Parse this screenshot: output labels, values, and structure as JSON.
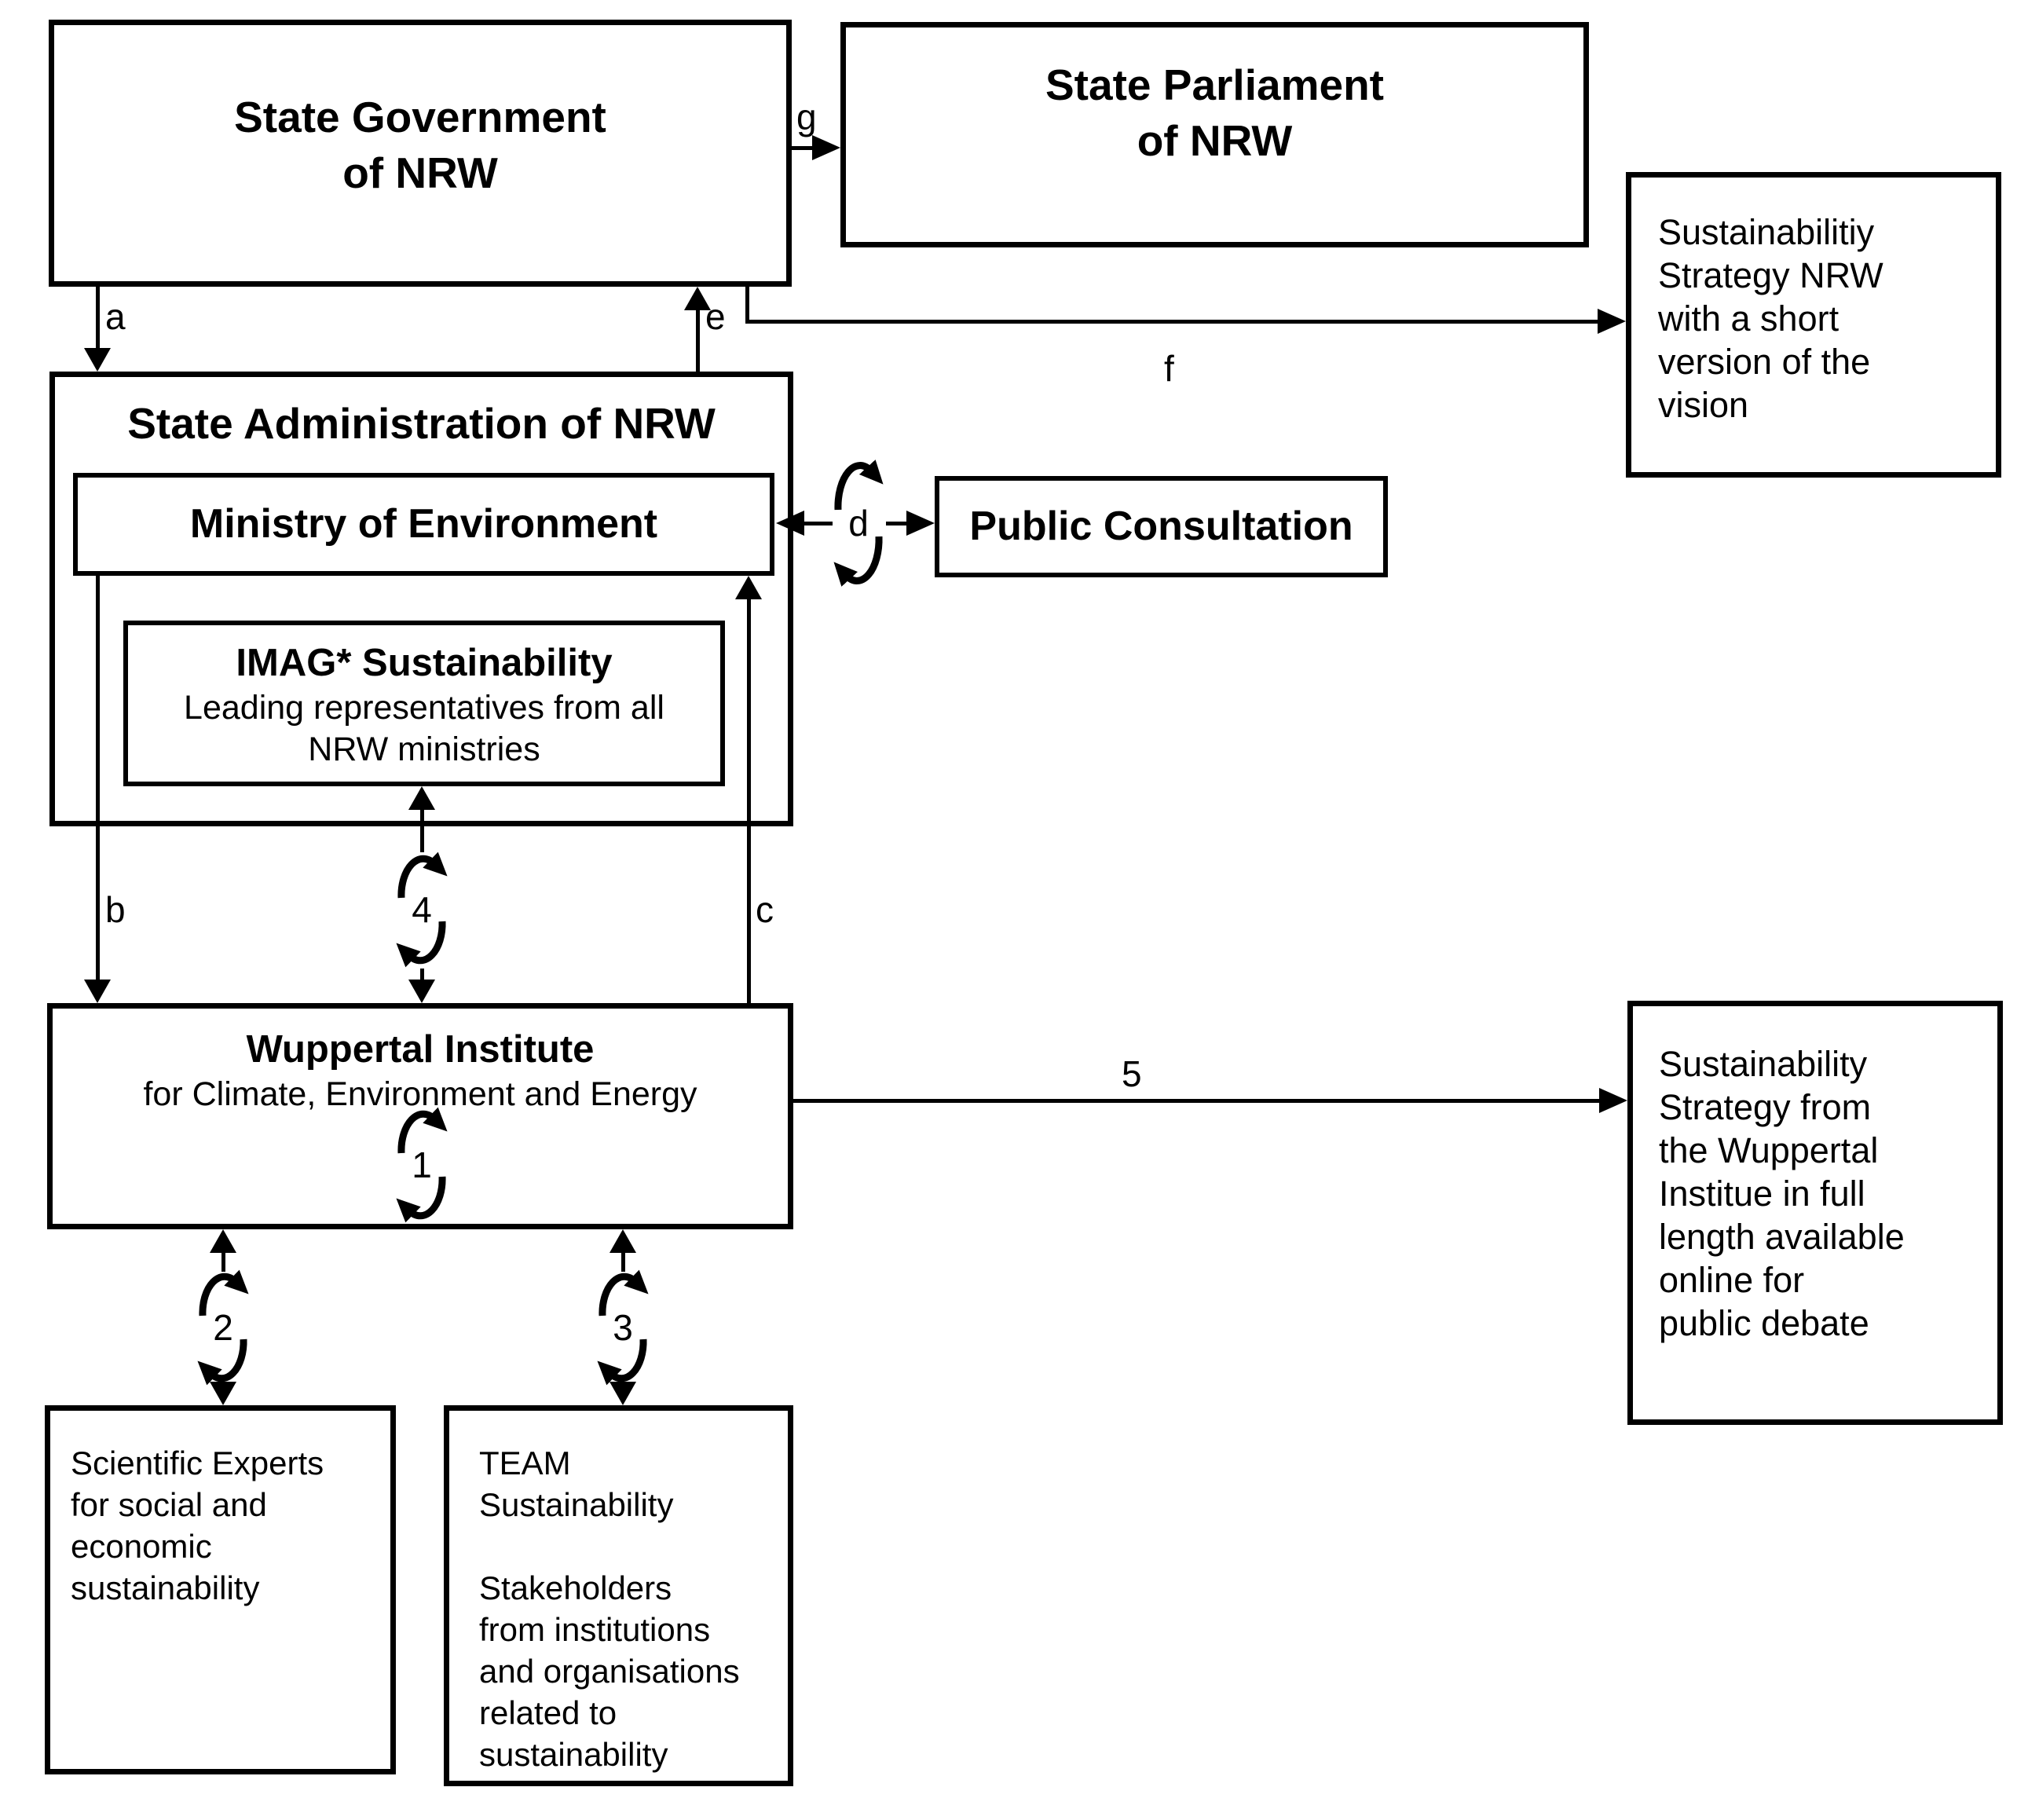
{
  "boxes": {
    "state_government": {
      "text": "State Government\nof NRW"
    },
    "state_parliament": {
      "text": "State Parliament\nof NRW"
    },
    "strategy_short": {
      "text": "Sustainabilitiy\nStrategy NRW\nwith a short\nversion of the\nvision"
    },
    "state_administration": {
      "title": "State Administration of NRW"
    },
    "ministry": {
      "text": "Ministry of Environment"
    },
    "imag": {
      "title": "IMAG* Sustainability",
      "subtitle": "Leading representatives from all\nNRW ministries"
    },
    "public_consultation": {
      "text": "Public Consultation"
    },
    "wuppertal": {
      "title": "Wuppertal Institute",
      "subtitle": "for Climate, Environment and Energy"
    },
    "strategy_full": {
      "text": "Sustainability\nStrategy from\nthe Wuppertal\nInstitue in full\nlength available\nonline for\npublic debate"
    },
    "experts": {
      "text": "Scientific Experts\nfor social and\neconomic\nsustainability"
    },
    "team": {
      "text": "TEAM\nSustainability\n\nStakeholders\nfrom institutions\nand organisations\nrelated to\nsustainability"
    }
  },
  "connector_labels": {
    "a": "a",
    "b": "b",
    "c": "c",
    "d": "d",
    "e": "e",
    "f": "f",
    "g": "g",
    "loop1": "1",
    "loop2": "2",
    "loop3": "3",
    "loop4": "4",
    "step5": "5"
  },
  "colors": {
    "ink": "#000000",
    "background": "#ffffff"
  }
}
